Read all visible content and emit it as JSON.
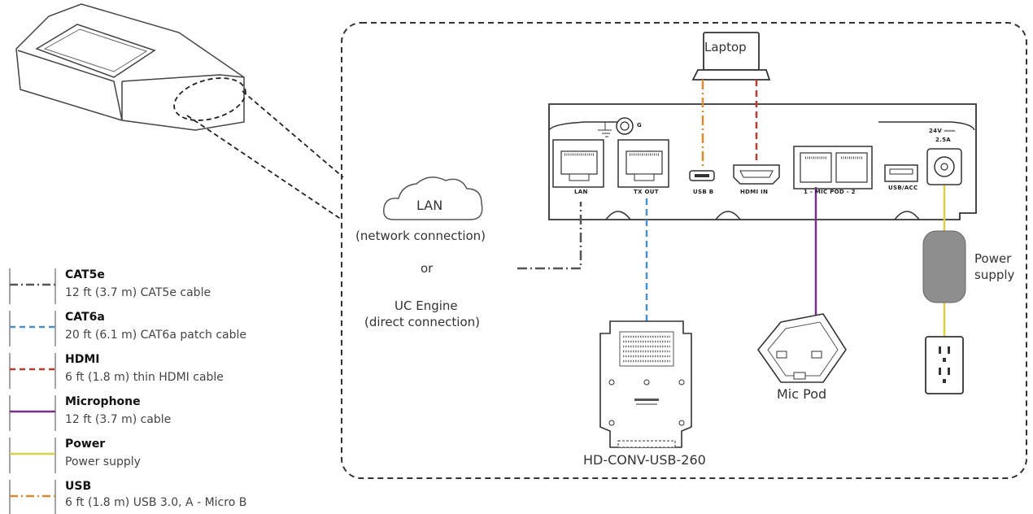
{
  "devices": {
    "laptop": "Laptop",
    "lan": "LAN",
    "lan_sub": "(network connection)",
    "or": "or",
    "uc_engine": "UC Engine",
    "uc_engine_sub": "(direct connection)",
    "mic_pod": "Mic Pod",
    "power_supply_line1": "Power",
    "power_supply_line2": "supply",
    "converter": "HD-CONV-USB-260"
  },
  "ports": {
    "lan": "LAN",
    "tx_out": "TX OUT",
    "usb_b": "USB B",
    "hdmi_in": "HDMI IN",
    "mic_pod": "1 - MIC POD - 2",
    "usb_acc": "USB/ACC",
    "power_rating_v": "24V ═══",
    "power_rating_a": "2.5A",
    "ground": "G"
  },
  "colors": {
    "cat5e": "#555555",
    "cat6a": "#4a90c8",
    "hdmi": "#c0392b",
    "microphone": "#7b2d8e",
    "power": "#d8d040",
    "usb": "#e08a2c"
  },
  "legend": [
    {
      "title": "CAT5e",
      "desc": "12 ft (3.7 m) CAT5e cable",
      "color": "#555555",
      "style": "dashdot"
    },
    {
      "title": "CAT6a",
      "desc": "20 ft (6.1 m) CAT6a patch cable",
      "color": "#4a90c8",
      "style": "dashed"
    },
    {
      "title": "HDMI",
      "desc": "6 ft (1.8 m) thin HDMI cable",
      "color": "#c0392b",
      "style": "dashed"
    },
    {
      "title": "Microphone",
      "desc": "12 ft (3.7 m) cable",
      "color": "#7b2d8e",
      "style": "solid"
    },
    {
      "title": "Power",
      "desc": "Power supply",
      "color": "#d8d040",
      "style": "solid"
    },
    {
      "title": "USB",
      "desc": "6 ft (1.8 m) USB 3.0, A - Micro B",
      "color": "#e08a2c",
      "style": "dashdot"
    }
  ]
}
